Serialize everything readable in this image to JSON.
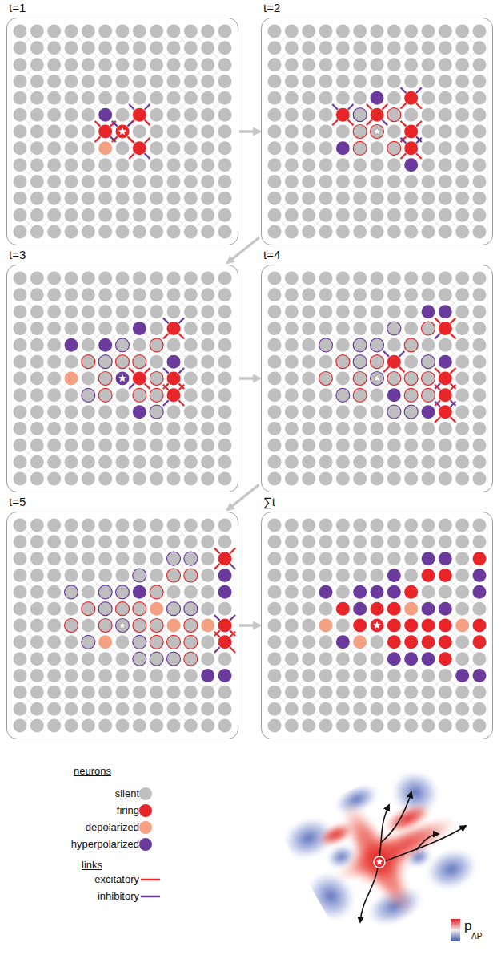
{
  "diagram": {
    "nodes": [
      {
        "text": [
          "t=1"
        ]
      },
      {
        "text": [
          "t=2"
        ]
      },
      {
        "text": [
          "t=3"
        ]
      },
      {
        "text": [
          "t=4"
        ]
      },
      {
        "text": [
          "t=5"
        ]
      },
      {
        "text": [
          "∑t"
        ]
      }
    ],
    "edges": [
      {
        "from": 0,
        "to": 1,
        "arrow": "to"
      },
      {
        "from": 1,
        "to": 2,
        "arrow": "to"
      },
      {
        "from": 2,
        "to": 3,
        "arrow": "to"
      },
      {
        "from": 3,
        "to": 4,
        "arrow": "to"
      },
      {
        "from": 4,
        "to": 5,
        "arrow": "to"
      }
    ],
    "labels": [
      "neurons",
      "links",
      "p",
      "AP"
    ],
    "legend": [
      {
        "text": "silent",
        "color": "#bfbfbf"
      },
      {
        "text": "firing",
        "color": "#e8262a"
      },
      {
        "text": "depolarized",
        "color": "#f4a083"
      },
      {
        "text": "hyperpolarized",
        "color": "#6a3b9c"
      },
      {
        "text": "excitatory"
      },
      {
        "text": "inhibitory"
      }
    ]
  }
}
